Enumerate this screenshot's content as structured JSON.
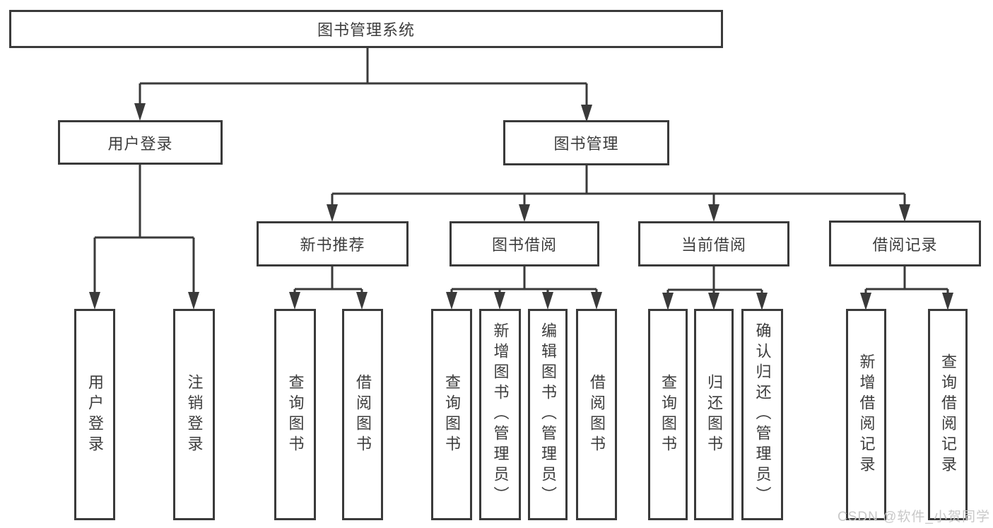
{
  "diagram_type": "hierarchy",
  "colors": {
    "line": "#3a3a3a",
    "text": "#3d3d3d",
    "box_background": "#ffffff",
    "watermark": "#c8c8c8"
  },
  "tree": {
    "label": "图书管理系统",
    "children": [
      {
        "label": "用户登录",
        "children": [
          {
            "label": "用户登录"
          },
          {
            "label": "注销登录"
          }
        ]
      },
      {
        "label": "图书管理",
        "children": [
          {
            "label": "新书推荐",
            "children": [
              {
                "label": "查询图书"
              },
              {
                "label": "借阅图书"
              }
            ]
          },
          {
            "label": "图书借阅",
            "children": [
              {
                "label": "查询图书"
              },
              {
                "label": "新增图书（管理员）"
              },
              {
                "label": "编辑图书（管理员）"
              },
              {
                "label": "借阅图书"
              }
            ]
          },
          {
            "label": "当前借阅",
            "children": [
              {
                "label": "查询图书"
              },
              {
                "label": "归还图书"
              },
              {
                "label": "确认归还（管理员）"
              }
            ]
          },
          {
            "label": "借阅记录",
            "children": [
              {
                "label": "新增借阅记录"
              },
              {
                "label": "查询借阅记录"
              }
            ]
          }
        ]
      }
    ]
  },
  "watermark": {
    "text": "CSDN @软件_小贺同学"
  }
}
